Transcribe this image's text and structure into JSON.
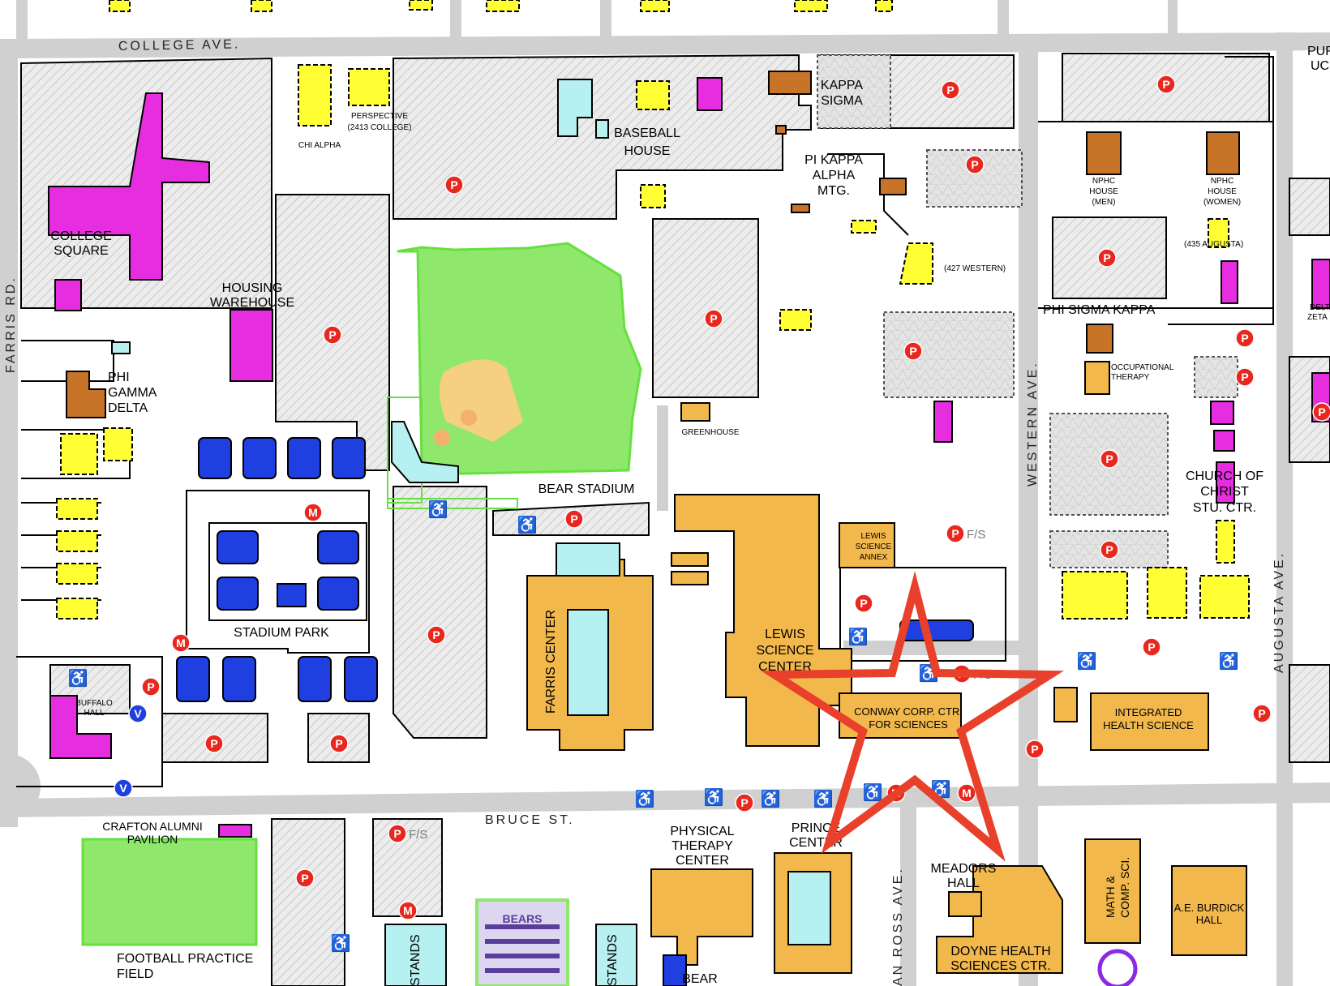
{
  "streets": {
    "college": "COLLEGE AVE.",
    "bruce": "BRUCE ST.",
    "farris": "FARRIS RD.",
    "western": "WESTERN AVE.",
    "augusta": "AUGUSTA AVE.",
    "ross": "AN ROSS AVE."
  },
  "buildings": {
    "college_square": [
      "COLLEGE",
      "SQUARE"
    ],
    "chi_alpha": "CHI ALPHA",
    "perspective": [
      "PERSPECTIVE",
      "(2413 COLLEGE)"
    ],
    "housing_warehouse": [
      "HOUSING",
      "WAREHOUSE"
    ],
    "phi_gamma_delta": [
      "PHI",
      "GAMMA",
      "DELTA"
    ],
    "baseball_house": [
      "BASEBALL",
      "HOUSE"
    ],
    "kappa_sigma": [
      "KAPPA",
      "SIGMA"
    ],
    "pi_kappa_alpha": [
      "PI KAPPA",
      "ALPHA",
      "MTG."
    ],
    "western_427": "(427 WESTERN)",
    "nphc_men": [
      "NPHC",
      "HOUSE",
      "(MEN)"
    ],
    "nphc_women": [
      "NPHC",
      "HOUSE",
      "(WOMEN)"
    ],
    "augusta_435": "(435 AUGUSTA)",
    "phi_sigma_kappa": "PHI SIGMA KAPPA",
    "occupational_therapy": [
      "OCCUPATIONAL",
      "THERAPY"
    ],
    "church_of_christ": [
      "CHURCH OF",
      "CHRIST",
      "STU. CTR."
    ],
    "greenhouse": "GREENHOUSE",
    "bear_stadium": "BEAR STADIUM",
    "stadium_park": "STADIUM PARK",
    "buffalo_hall": [
      "BUFFALO",
      "HALL"
    ],
    "lewis_annex": [
      "LEWIS",
      "SCIENCE",
      "ANNEX"
    ],
    "lewis_center": [
      "LEWIS",
      "SCIENCE",
      "CENTER"
    ],
    "farris_center": "FARRIS CENTER",
    "conway": [
      "CONWAY CORP. CTR.",
      "FOR SCIENCES"
    ],
    "integrated_health": [
      "INTEGRATED",
      "HEALTH SCIENCE"
    ],
    "crafton": [
      "CRAFTON ALUMNI",
      "PAVILION"
    ],
    "football_practice": [
      "FOOTBALL PRACTICE",
      "FIELD"
    ],
    "physical_therapy": [
      "PHYSICAL",
      "THERAPY",
      "CENTER"
    ],
    "prince_center": [
      "PRINCE",
      "CENTER"
    ],
    "meadors_hall": [
      "MEADORS",
      "HALL"
    ],
    "doyne": [
      "DOYNE HEALTH",
      "SCIENCES CTR."
    ],
    "math_comp": [
      "MATH &",
      "COMP. SCI."
    ],
    "burdick": [
      "A.E. BURDICK",
      "HALL"
    ],
    "bear_bottom": "BEAR",
    "bears_banner": "BEARS",
    "stands": "STANDS",
    "pur": "PUR",
    "uc": "UC",
    "delta_zeta": [
      "DELTA",
      "ZETA"
    ]
  },
  "markers": {
    "parking": "P",
    "fs": "F/S",
    "m": "M",
    "v": "V"
  },
  "colors": {
    "academic": "#f2b84b",
    "residence_yellow": "#ffff33",
    "magenta": "#e62ee0",
    "brown": "#c87428",
    "blue_housing": "#1f3fe0",
    "field_green": "#8fe86c",
    "parking_red": "#e8281e",
    "star": "#e8402a",
    "road": "#d0d0d0"
  }
}
